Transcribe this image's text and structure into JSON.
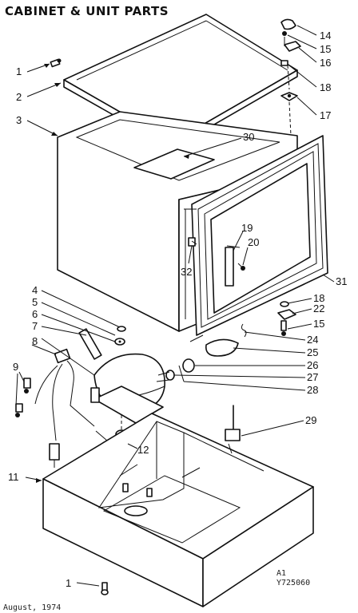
{
  "title": "CABINET & UNIT PARTS",
  "callouts": {
    "c1_top": "1",
    "c2": "2",
    "c3": "3",
    "c4": "4",
    "c5": "5",
    "c6": "6",
    "c7": "7",
    "c8": "8",
    "c9": "9",
    "c11": "11",
    "c12": "12",
    "c14": "14",
    "c15_top": "15",
    "c16": "16",
    "c17": "17",
    "c18_top": "18",
    "c19": "19",
    "c20": "20",
    "c30": "30",
    "c31": "31",
    "c32": "32",
    "c18_low": "18",
    "c22": "22",
    "c15_low": "15",
    "c24": "24",
    "c25": "25",
    "c26": "26",
    "c27": "27",
    "c28": "28",
    "c29": "29",
    "c1_bottom": "1"
  },
  "footer": {
    "revision": "A1",
    "part_code": "Y725060",
    "date": "August, 1974"
  },
  "colors": {
    "ink": "#111111",
    "paper": "#ffffff"
  }
}
